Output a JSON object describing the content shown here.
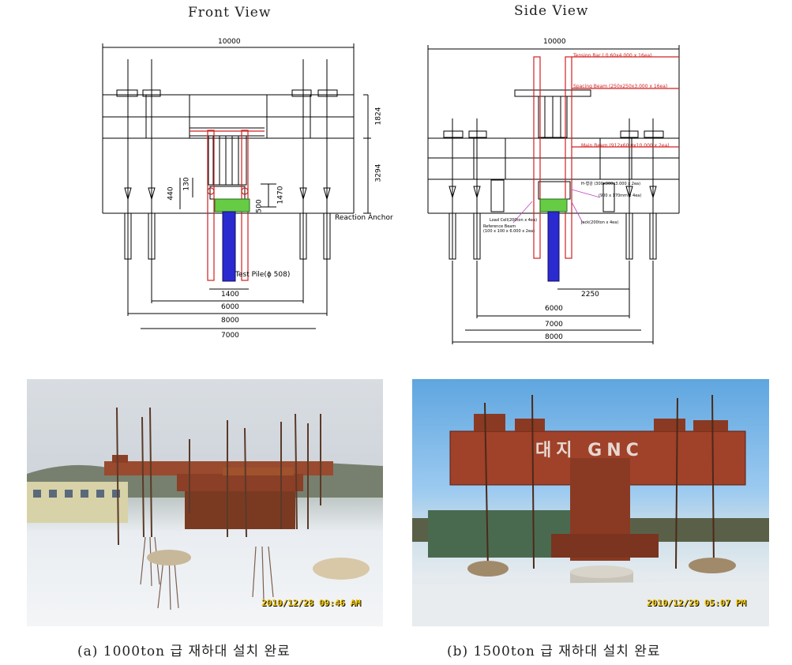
{
  "front": {
    "title": "Front View",
    "dim_top": "10000",
    "dim_1824": "1824",
    "dim_3294": "3294",
    "dim_440": "440",
    "dim_130": "130",
    "dim_500": "500",
    "dim_1470": "1470",
    "reaction_anchor": "Reaction Anchor",
    "test_pile": "Test Pile(ϕ 508)",
    "dim_1400": "1400",
    "dim_6000": "6000",
    "dim_8000": "8000",
    "dim_7000": "7000"
  },
  "side": {
    "title": "Side View",
    "dim_top": "10000",
    "tension_bar": "Tension Bar ( 0.60x4.000 x 16ea)",
    "spacing_beam": "Spacing Beam (250x250x3.000 x 16ea)",
    "main_beam": "Main Beam (912x60.0x10.000 x 2ea)",
    "annot_a": "H-형강 (300x300x3.000 x 2ea)",
    "annot_b": "Load Cell(200ton x 4ea)",
    "annot_c": "Reference Beam",
    "annot_d": "(100 x 100 x 6.000 x 2ea)",
    "annot_e": "Jack(200ton x 4ea)",
    "annot_f": "(900 x 170mm x 4ea)",
    "dim_2250": "2250",
    "dim_6000": "6000",
    "dim_7000": "7000",
    "dim_8000": "8000"
  },
  "photo_a": {
    "timestamp": "2010/12/28 09:46 AM",
    "caption": "(a) 1000ton 급 재하대 설치 완료"
  },
  "photo_b": {
    "timestamp": "2010/12/29 05:07 PM",
    "sign": "대지 GNC",
    "caption": "(b) 1500ton 급 재하대 설치 완료"
  },
  "colors": {
    "steel": "#9a4a2e",
    "pile": "#2a2ad0",
    "pile_cap": "#66cc44",
    "red_line": "#d02020",
    "stamp": "#f2c400"
  }
}
